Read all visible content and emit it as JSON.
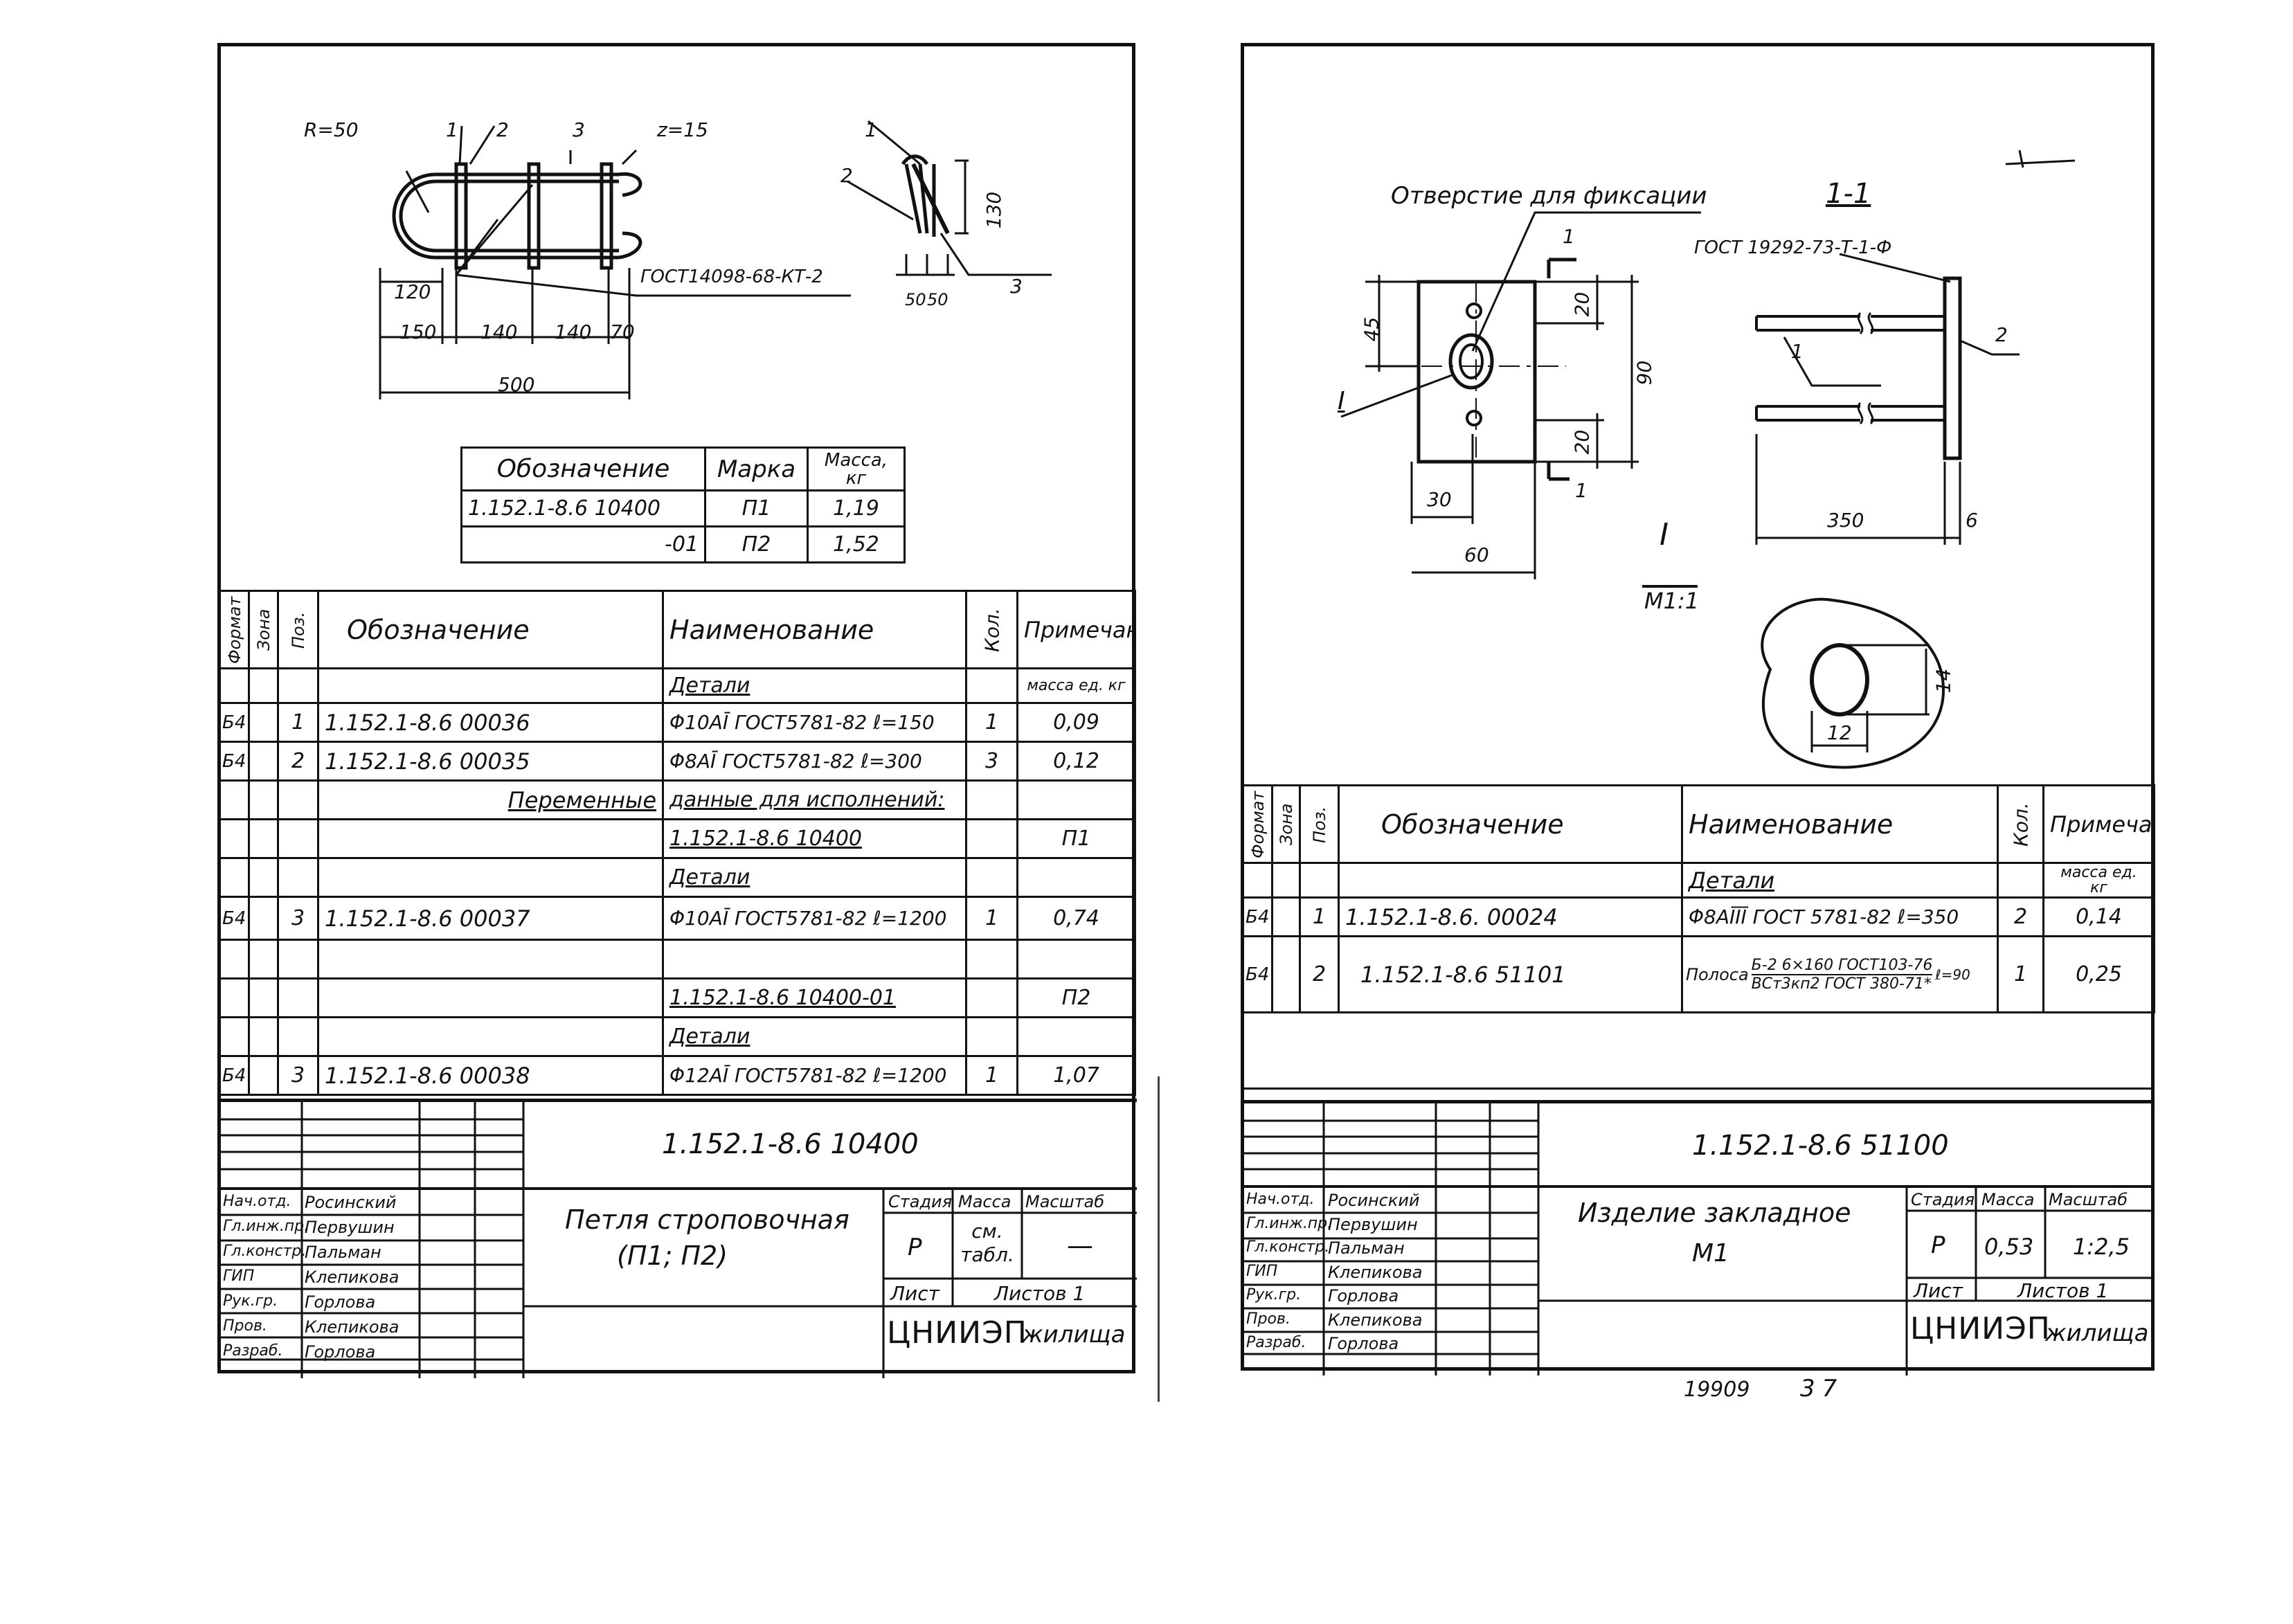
{
  "left": {
    "drawing_labels": {
      "r50": "R=50",
      "p1": "1",
      "p2": "2",
      "p3": "3",
      "z15": "z=15",
      "gost_weld": "ГОСТ14098-68-КТ-2",
      "d120": "120",
      "d150": "150",
      "d140a": "140",
      "d140b": "140",
      "d70": "70",
      "d500": "500",
      "s1": "1",
      "s2": "2",
      "s3": "3",
      "d130": "130",
      "d50a": "50",
      "d50b": "50"
    },
    "mass_table": {
      "headers": [
        "Обозначение",
        "Марка",
        "Масса, кг"
      ],
      "rows": [
        [
          "1.152.1-8.6 10400",
          "П1",
          "1,19"
        ],
        [
          "-01",
          "П2",
          "1,52"
        ]
      ]
    },
    "spec": {
      "headers": {
        "format": "Формат",
        "zone": "Зона",
        "pos": "Поз.",
        "designation": "Обозначение",
        "name": "Наименование",
        "qty": "Кол.",
        "note": "Примечание"
      },
      "rows": [
        {
          "format": "",
          "pos": "",
          "designation": "",
          "name": "Детали",
          "name_ul": true,
          "qty": "",
          "note": "масса ед. кг"
        },
        {
          "format": "Б4",
          "pos": "1",
          "designation": "1.152.1-8.6 00036",
          "name": "Φ10AĪ ГОСТ5781-82 ℓ=150",
          "qty": "1",
          "note": "0,09"
        },
        {
          "format": "Б4",
          "pos": "2",
          "designation": "1.152.1-8.6 00035",
          "name": "Φ8AĪ ГОСТ5781-82 ℓ=300",
          "qty": "3",
          "note": "0,12"
        },
        {
          "format": "",
          "pos": "",
          "designation": "Переменные",
          "designation_ul": true,
          "name": "данные для исполнений:",
          "name_ul": true,
          "qty": "",
          "note": ""
        },
        {
          "format": "",
          "pos": "",
          "designation": "",
          "name": "1.152.1-8.6 10400",
          "name_ul": true,
          "qty": "",
          "note": "П1"
        },
        {
          "format": "",
          "pos": "",
          "designation": "",
          "name": "Детали",
          "name_ul": true,
          "qty": "",
          "note": ""
        },
        {
          "format": "Б4",
          "pos": "3",
          "designation": "1.152.1-8.6 00037",
          "name": "Φ10AĪ ГОСТ5781-82 ℓ=1200",
          "qty": "1",
          "note": "0,74"
        },
        {
          "format": "",
          "pos": "",
          "designation": "",
          "name": "",
          "qty": "",
          "note": ""
        },
        {
          "format": "",
          "pos": "",
          "designation": "",
          "name": "1.152.1-8.6 10400-01",
          "name_ul": true,
          "qty": "",
          "note": "П2"
        },
        {
          "format": "",
          "pos": "",
          "designation": "",
          "name": "Детали",
          "name_ul": true,
          "qty": "",
          "note": ""
        },
        {
          "format": "Б4",
          "pos": "3",
          "designation": "1.152.1-8.6 00038",
          "name": "Φ12AĪ ГОСТ5781-82 ℓ=1200",
          "qty": "1",
          "note": "1,07"
        }
      ]
    },
    "title_block": {
      "doc_code": "1.152.1-8.6 10400",
      "title": "Петля строповочная",
      "subtitle": "(П1; П2)",
      "stage_label": "Стадия",
      "mass_label": "Масса",
      "scale_label": "Масштаб",
      "stage": "Р",
      "mass": "см. табл.",
      "scale": "—",
      "sheet_label": "Лист",
      "sheets_label": "Листов 1",
      "org": "ЦНИИЭП",
      "org_suffix": "жилища",
      "roles": [
        {
          "role": "Нач.отд.",
          "name": "Росинский"
        },
        {
          "role": "Гл.инж.пр.",
          "name": "Первушин"
        },
        {
          "role": "Гл.констр.",
          "name": "Пальман"
        },
        {
          "role": "ГИП",
          "name": "Клепикова"
        },
        {
          "role": "Рук.гр.",
          "name": "Горлова"
        },
        {
          "role": "Пров.",
          "name": "Клепикова"
        },
        {
          "role": "Разраб.",
          "name": "Горлова"
        }
      ]
    }
  },
  "right": {
    "drawing_labels": {
      "hole_label": "Отверстие для фиксации",
      "section": "1-1",
      "cut1": "1",
      "cut1b": "1",
      "gost": "ГОСТ 19292-73-Т-1-Ф",
      "p1": "1",
      "p2": "2",
      "d45": "45",
      "d20a": "20",
      "d90": "90",
      "d20b": "20",
      "d30": "30",
      "d60": "60",
      "d350": "350",
      "d6": "6",
      "view": "I",
      "view_ref": "I",
      "view_scale": "М1:1",
      "d14": "14",
      "d12": "12"
    },
    "spec": {
      "headers": {
        "format": "Формат",
        "zone": "Зона",
        "pos": "Поз.",
        "designation": "Обозначение",
        "name": "Наименование",
        "qty": "Кол.",
        "note": "Примечание"
      },
      "rows": [
        {
          "format": "",
          "pos": "",
          "designation": "",
          "name": "Детали",
          "name_ul": true,
          "qty": "",
          "note": "масса ед. кг"
        },
        {
          "format": "Б4",
          "pos": "1",
          "designation": "1.152.1-8.6. 00024",
          "name": "Φ8AĪĪĪ ГОСТ 5781-82 ℓ=350",
          "qty": "2",
          "note": "0,14"
        },
        {
          "format": "Б4",
          "pos": "2",
          "designation": "1.152.1-8.6 51101",
          "name_prefix": "Полоса",
          "name_top": "Б-2 6×160 ГОСТ103-76",
          "name_bottom": "ВСт3кп2 ГОСТ 380-71*",
          "name_suffix": "ℓ=90",
          "qty": "1",
          "note": "0,25"
        }
      ]
    },
    "title_block": {
      "doc_code": "1.152.1-8.6 51100",
      "title": "Изделие закладное",
      "subtitle": "М1",
      "stage_label": "Стадия",
      "mass_label": "Масса",
      "scale_label": "Масштаб",
      "stage": "Р",
      "mass": "0,53",
      "scale": "1:2,5",
      "sheet_label": "Лист",
      "sheets_label": "Листов 1",
      "org": "ЦНИИЭП",
      "org_suffix": "жилища",
      "roles": [
        {
          "role": "Нач.отд.",
          "name": "Росинский"
        },
        {
          "role": "Гл.инж.пр.",
          "name": "Первушин"
        },
        {
          "role": "Гл.констр.",
          "name": "Пальман"
        },
        {
          "role": "ГИП",
          "name": "Клепикова"
        },
        {
          "role": "Рук.гр.",
          "name": "Горлова"
        },
        {
          "role": "Пров.",
          "name": "Клепикова"
        },
        {
          "role": "Разраб.",
          "name": "Горлова"
        }
      ]
    },
    "footer": {
      "inv": "19909",
      "page": "37"
    }
  }
}
